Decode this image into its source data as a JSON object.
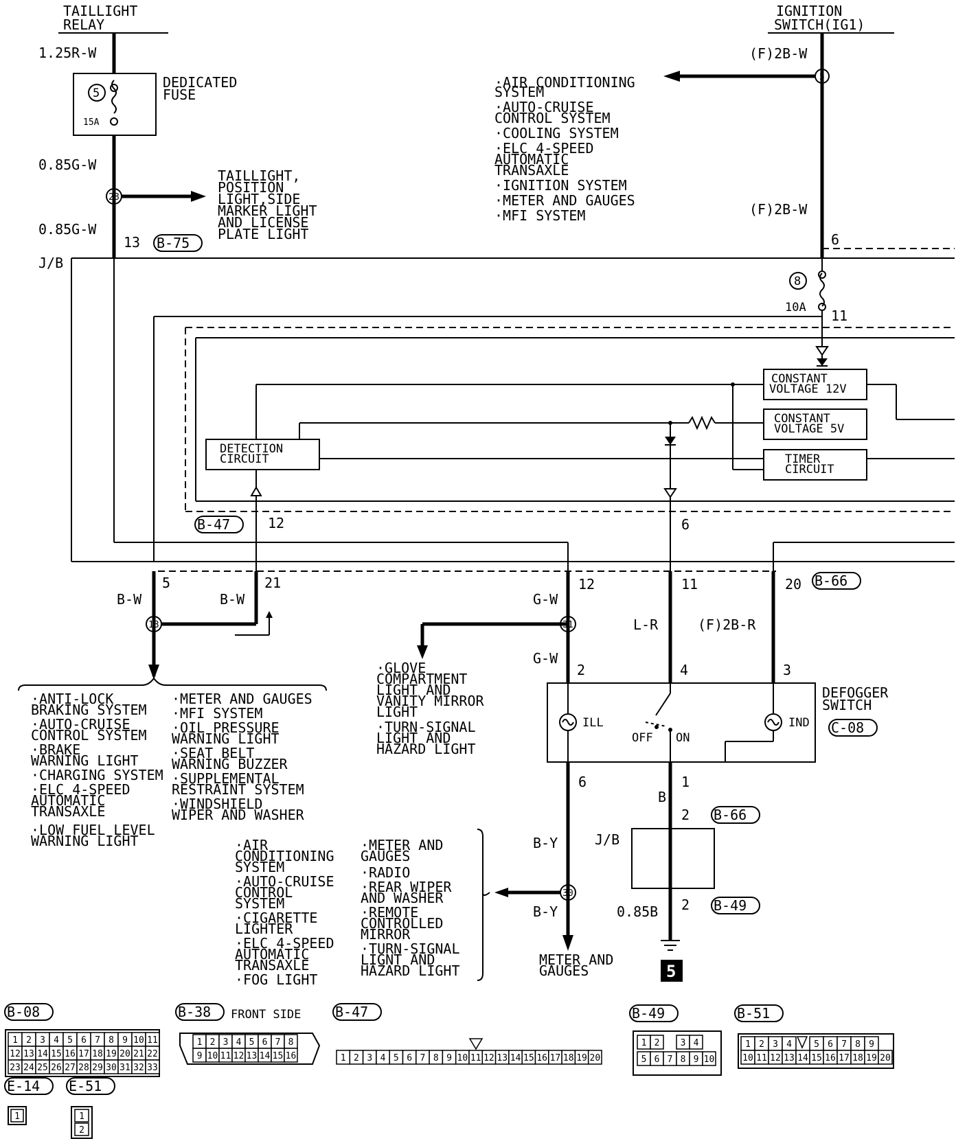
{
  "top": {
    "taillight_relay": [
      "TAILLIGHT",
      "RELAY"
    ],
    "ignition_switch": [
      "IGNITION",
      "SWITCH(IG1)"
    ],
    "w_125rw": "1.25R-W",
    "dedicated_fuse": [
      "DEDICATED",
      "FUSE"
    ],
    "fuse5_num": "5",
    "fuse5_amp": "15A",
    "w_085gw_a": "0.85G-W",
    "w_085gw_b": "0.85G-W",
    "jn28": "28",
    "taillight_dest": [
      "TAILLIGHT,",
      "POSITION",
      "LIGHT,SIDE",
      "MARKER LIGHT",
      "AND LICENSE",
      "PLATE LIGHT"
    ],
    "pin13": "13",
    "b75": "B-75",
    "jb": "J/B",
    "w_f2bw_a": "(F)2B-W",
    "w_f2bw_b": "(F)2B-W",
    "jn5": "5",
    "ig_dest": [
      "·AIR CONDITIONING",
      " SYSTEM",
      "·AUTO-CRUISE",
      " CONTROL SYSTEM",
      "·COOLING SYSTEM",
      "·ELC 4-SPEED",
      " AUTOMATIC",
      " TRANSAXLE",
      "·IGNITION SYSTEM",
      "·METER AND GAUGES",
      "·MFI SYSTEM"
    ],
    "pin6_top": "6",
    "fuse8_num": "8",
    "fuse8_amp": "10A",
    "pin11_top": "11"
  },
  "module": {
    "cv12": [
      "CONSTANT",
      "VOLTAGE 12V"
    ],
    "cv5": [
      "CONSTANT",
      "VOLTAGE 5V"
    ],
    "timer": [
      "TIMER",
      "CIRCUIT"
    ],
    "detection": [
      "DETECTION",
      "CIRCUIT"
    ],
    "b47": "B-47",
    "pin12": "12",
    "pin6": "6"
  },
  "bottom": {
    "pin5": "5",
    "pin21": "21",
    "pin12": "12",
    "pin11": "11",
    "pin20": "20",
    "b66_a": "B-66",
    "bw_a": "B-W",
    "bw_b": "B-W",
    "gw_a": "G-W",
    "gw_b": "G-W",
    "lr": "L-R",
    "f2br": "(F)2B-R",
    "jn13": "13",
    "jn31": "31",
    "jn30": "30",
    "glove_dest": [
      "·GLOVE",
      " COMPARTMENT",
      " LIGHT AND",
      " VANITY MIRROR",
      " LIGHT",
      "·TURN-SIGNAL",
      " LIGHT AND",
      " HAZARD LIGHT"
    ],
    "sw_pin2": "2",
    "sw_pin4": "4",
    "sw_pin3": "3",
    "defogger": [
      "DEFOGGER",
      "SWITCH"
    ],
    "c08": "C-08",
    "ill": "ILL",
    "ind": "IND",
    "off": "OFF",
    "on": "ON",
    "sw_pin6": "6",
    "pin1": "1",
    "b": "B",
    "pin2_a": "2",
    "b66_b": "B-66",
    "jb2": "J/B",
    "by_a": "B-Y",
    "by_b": "B-Y",
    "w085b": "0.85B",
    "pin2_b": "2",
    "b49": "B-49",
    "ground": "5",
    "meter_dest": [
      "METER AND",
      "GAUGES"
    ],
    "col1": [
      "·ANTI-LOCK",
      " BRAKING SYSTEM",
      "·AUTO-CRUISE",
      " CONTROL SYSTEM",
      "·BRAKE",
      " WARNING LIGHT",
      "·CHARGING SYSTEM",
      "·ELC 4-SPEED",
      " AUTOMATIC",
      " TRANSAXLE",
      "·LOW FUEL LEVEL",
      " WARNING LIGHT"
    ],
    "col2": [
      "·METER AND GAUGES",
      "·MFI SYSTEM",
      "·OIL PRESSURE",
      " WARNING LIGHT",
      "·SEAT BELT",
      " WARNING BUZZER",
      "·SUPPLEMENTAL",
      " RESTRAINT SYSTEM",
      "·WINDSHIELD",
      " WIPER AND WASHER"
    ],
    "col3": [
      "·AIR",
      " CONDITIONING",
      " SYSTEM",
      "·AUTO-CRUISE",
      " CONTROL",
      " SYSTEM",
      "·CIGARETTE",
      " LIGHTER",
      "·ELC 4-SPEED",
      " AUTOMATIC",
      " TRANSAXLE",
      "·FOG LIGHT"
    ],
    "col4": [
      "·METER AND",
      " GAUGES",
      "·RADIO",
      "·REAR WIPER",
      " AND WASHER",
      "·REMOTE",
      " CONTROLLED",
      " MIRROR",
      "·TURN-SIGNAL",
      " LIGNT AND",
      " HAZARD LIGHT"
    ]
  },
  "connectors": {
    "b08": "B-08",
    "b38": "B-38",
    "front_side": "FRONT SIDE",
    "b47": "B-47",
    "b49": "B-49",
    "b51": "B-51",
    "e14": "E-14",
    "e51": "E-51",
    "b08_rows": [
      [
        "1",
        "2",
        "3",
        "4",
        "5",
        "6",
        "7",
        "8",
        "9",
        "10",
        "11"
      ],
      [
        "12",
        "13",
        "14",
        "15",
        "16",
        "17",
        "18",
        "19",
        "20",
        "21",
        "22"
      ],
      [
        "23",
        "24",
        "25",
        "26",
        "27",
        "28",
        "29",
        "30",
        "31",
        "32",
        "33"
      ]
    ],
    "b38_rows": [
      [
        "1",
        "2",
        "3",
        "4",
        "5",
        "6",
        "7",
        "8"
      ],
      [
        "9",
        "10",
        "11",
        "12",
        "13",
        "14",
        "15",
        "16"
      ]
    ],
    "b47_cells": [
      "1",
      "2",
      "3",
      "4",
      "5",
      "6",
      "7",
      "8",
      "9",
      "10",
      "11",
      "12",
      "13",
      "14",
      "15",
      "16",
      "17",
      "18",
      "19",
      "20"
    ],
    "b49_rows": [
      [
        "1",
        "2",
        "",
        "3",
        "4"
      ],
      [
        "5",
        "6",
        "7",
        "8",
        "9",
        "10"
      ]
    ],
    "b51_rows": [
      [
        "1",
        "2",
        "3",
        "4",
        "",
        "5",
        "6",
        "7",
        "8",
        "9"
      ],
      [
        "10",
        "11",
        "12",
        "13",
        "14",
        "15",
        "16",
        "17",
        "18",
        "19",
        "20"
      ]
    ],
    "e14_cells": [
      "1"
    ],
    "e51_cells": [
      "1",
      "2"
    ]
  }
}
